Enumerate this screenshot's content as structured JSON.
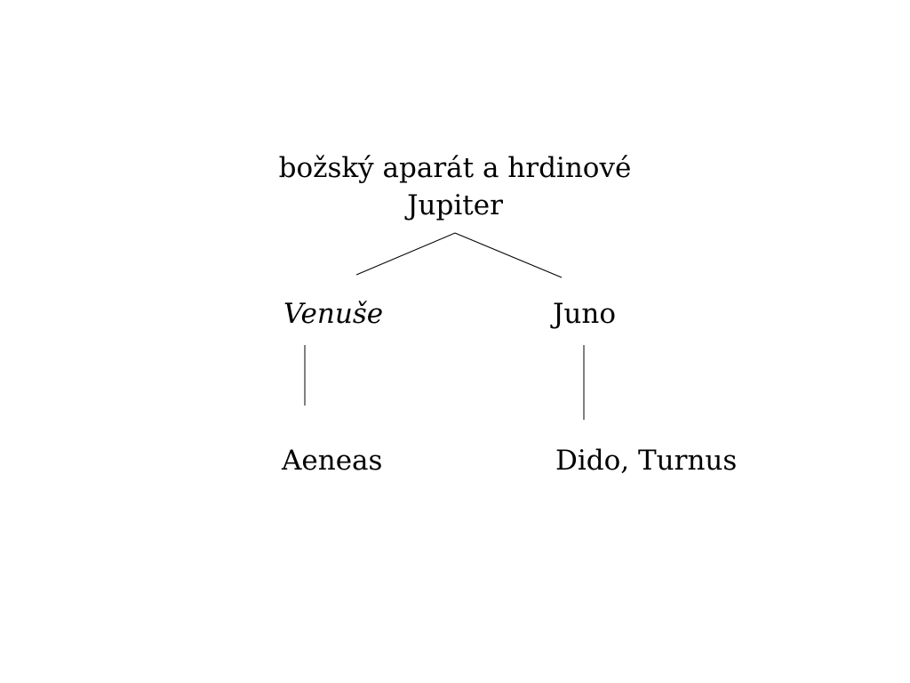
{
  "diagram": {
    "title": "božský aparát a hrdinové",
    "root": "Jupiter",
    "left_child": "Venuše",
    "right_child": "Juno",
    "left_leaf": "Aeneas",
    "right_leaf": "Dido, Turnus"
  },
  "colors": {
    "background": "#ffffff",
    "text": "#000000",
    "lines": "#000000"
  }
}
